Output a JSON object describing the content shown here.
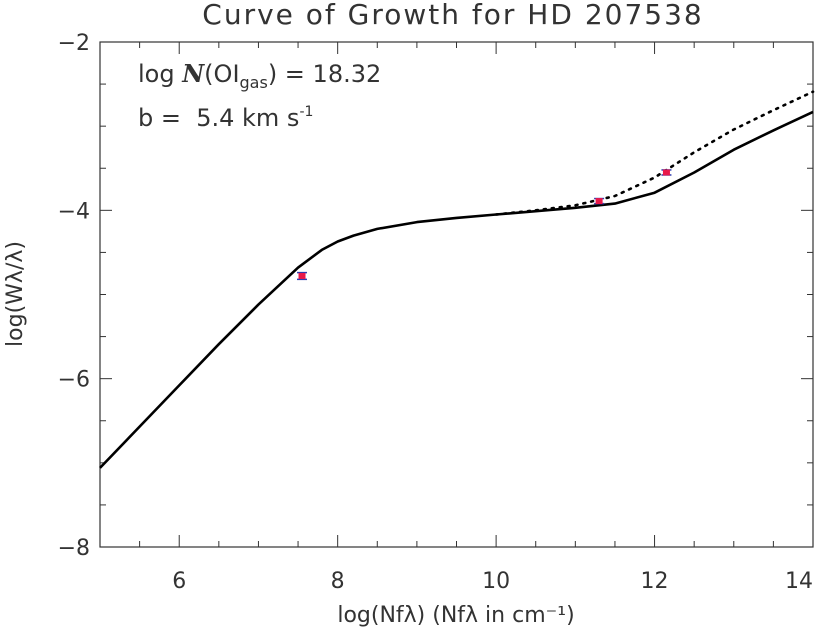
{
  "chart_data": {
    "type": "line",
    "title": "Curve of Growth for HD 207538",
    "xlabel": "log(Nfλ) (Nfλ in cm⁻¹)",
    "ylabel": "log(Wλ/λ)",
    "xlim": [
      5,
      14
    ],
    "ylim": [
      -8,
      -2
    ],
    "x_ticks": [
      6,
      8,
      10,
      12,
      14
    ],
    "y_ticks": [
      -8,
      -6,
      -4,
      -2
    ],
    "x_tick_labels": [
      "6",
      "8",
      "10",
      "12",
      "14"
    ],
    "y_tick_labels": [
      "−8",
      "−6",
      "−4",
      "−2"
    ],
    "annotations": {
      "column_density": "log N(OI_gas) = 18.32",
      "column_density_prefix": "log",
      "column_density_symbol": "N",
      "column_density_species": "OI",
      "column_density_subscript": "gas",
      "column_density_value": ") = 18.32",
      "doppler": "b = 5.4 km s⁻¹",
      "doppler_text": "b =  5.4 km s",
      "doppler_exp": "-1"
    },
    "series": [
      {
        "style": "solid",
        "x": [
          5.0,
          5.5,
          6.0,
          6.5,
          7.0,
          7.5,
          7.8,
          8.0,
          8.2,
          8.5,
          9.0,
          9.5,
          10.0,
          10.5,
          11.0,
          11.5,
          12.0,
          12.5,
          13.0,
          13.5,
          14.0
        ],
        "y": [
          -7.06,
          -6.57,
          -6.08,
          -5.59,
          -5.12,
          -4.68,
          -4.47,
          -4.37,
          -4.3,
          -4.22,
          -4.14,
          -4.09,
          -4.05,
          -4.01,
          -3.97,
          -3.92,
          -3.79,
          -3.55,
          -3.28,
          -3.05,
          -2.83
        ]
      },
      {
        "style": "dotted",
        "x": [
          10.0,
          10.5,
          11.0,
          11.5,
          12.0,
          12.5,
          13.0,
          13.5,
          14.0
        ],
        "y": [
          -4.05,
          -4.0,
          -3.94,
          -3.83,
          -3.61,
          -3.31,
          -3.04,
          -2.81,
          -2.59
        ]
      }
    ],
    "points": [
      {
        "x": 7.55,
        "y": -4.78,
        "yerr": 0.04
      },
      {
        "x": 11.3,
        "y": -3.89,
        "yerr": 0.03
      },
      {
        "x": 12.15,
        "y": -3.55,
        "yerr": 0.03
      }
    ],
    "colors": {
      "axis": "#333333",
      "curve": "#000000",
      "marker": "#e8194a",
      "errorbar": "#2f3bb0"
    },
    "grid": false,
    "legend": "none"
  }
}
